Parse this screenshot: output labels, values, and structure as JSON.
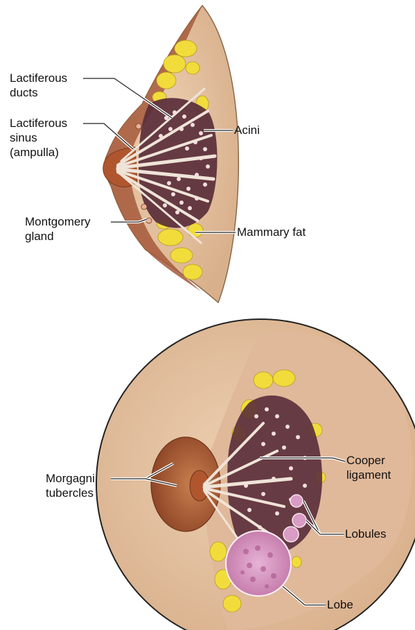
{
  "labels": {
    "lactiferous_ducts": [
      "Lactiferous",
      "ducts"
    ],
    "lactiferous_sinus": [
      "Lactiferous",
      "sinus",
      "(ampulla)"
    ],
    "acini": [
      "Acini"
    ],
    "montgomery_gland": [
      "Montgomery",
      "gland"
    ],
    "mammary_fat": [
      "Mammary fat"
    ],
    "morgagni_tubercles": [
      "Morgagni",
      "tubercles"
    ],
    "cooper_ligament": [
      "Cooper",
      "ligament"
    ],
    "lobules": [
      "Lobules"
    ],
    "lobe": [
      "Lobe"
    ]
  },
  "colors": {
    "skin": "#e7c7a4",
    "skin_edge": "#8a6a4a",
    "areola": "#9c4f2e",
    "nipple": "#b0562f",
    "fat": "#f1dc3c",
    "gland": "#5a2e3a",
    "acini": "#f3dede",
    "duct": "#efe4d8",
    "lobe": "#d99cc4"
  }
}
